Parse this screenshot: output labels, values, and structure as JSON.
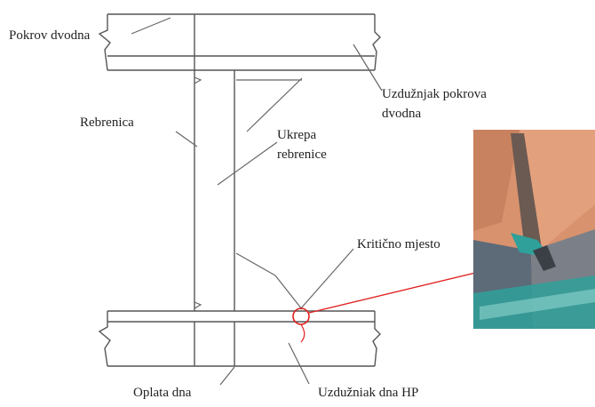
{
  "labels": {
    "inner_bottom_plating": "Pokrov dvodna",
    "inner_bottom_longitudinal_line1": "Uzdužnjak pokrova",
    "inner_bottom_longitudinal_line2": "dvodna",
    "floor": "Rebrenica",
    "floor_stiffener_line1": "Ukrepa",
    "floor_stiffener_line2": "rebrenice",
    "critical_point": "Kritično mjesto",
    "bottom_plating": "Oplata dna",
    "bottom_longitudinal": "Uzdužniak dna HP"
  },
  "colors": {
    "line": "#555555",
    "highlight": "#e02020",
    "photo_background": "#d9926e",
    "photo_steel": "#5d6a78",
    "photo_teal": "#2fa09a"
  }
}
